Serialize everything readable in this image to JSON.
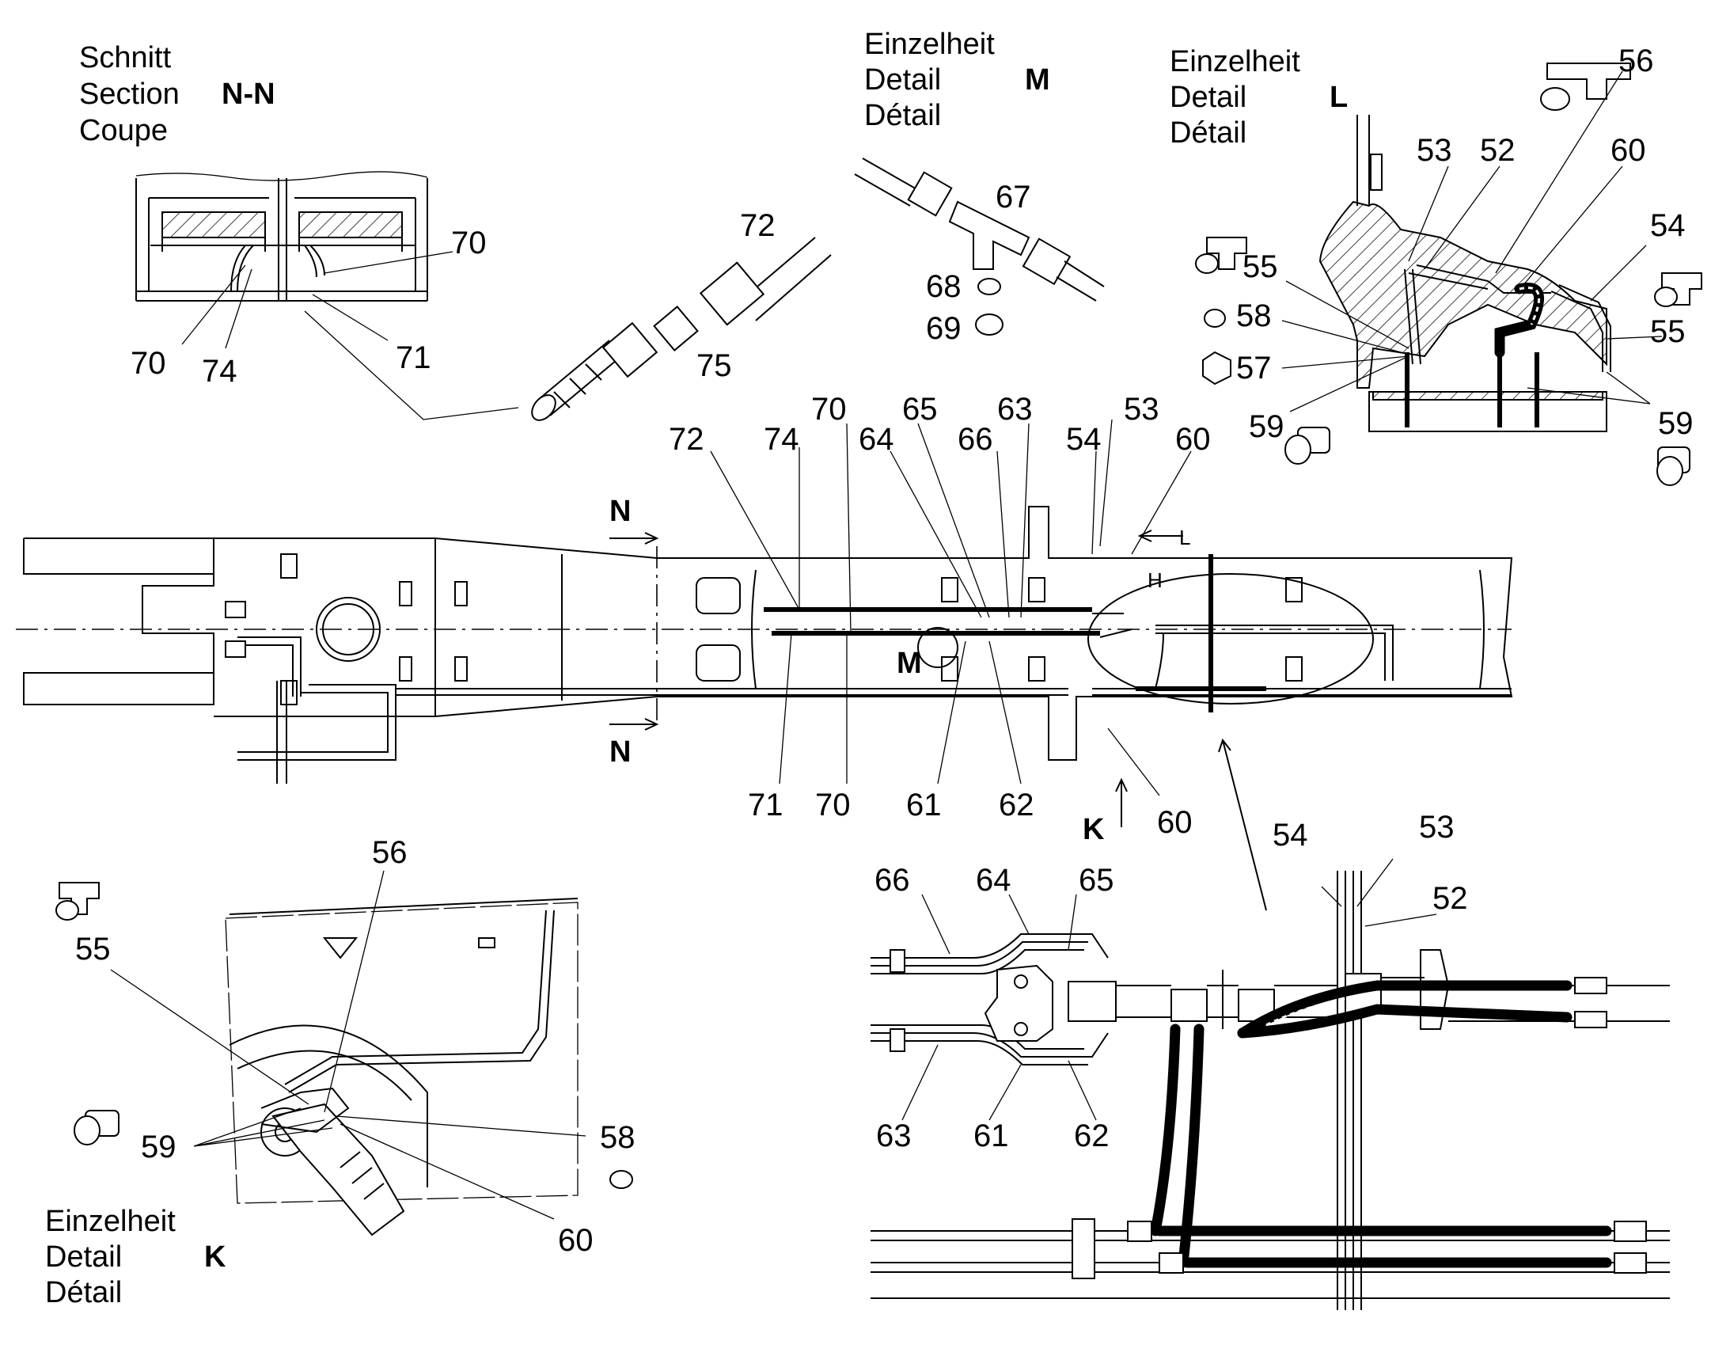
{
  "section_nn": {
    "line1": "Schnitt",
    "line2": "Section",
    "line3": "Coupe",
    "id": "N-N"
  },
  "detail_m": {
    "line1": "Einzelheit",
    "line2": "Detail",
    "line3": "Détail",
    "id": "M"
  },
  "detail_l": {
    "line1": "Einzelheit",
    "line2": "Detail",
    "line3": "Détail",
    "id": "L"
  },
  "detail_k": {
    "line1": "Einzelheit",
    "line2": "Detail",
    "line3": "Détail",
    "id": "K"
  },
  "view_markers": {
    "n_top": "N",
    "n_bottom": "N",
    "m": "M",
    "l": "L",
    "k": "K",
    "h": "H"
  },
  "labels": {
    "nn_70a": "70",
    "nn_70b": "70",
    "nn_74": "74",
    "nn_71": "71",
    "p72": "72",
    "p75": "75",
    "m67": "67",
    "m68": "68",
    "m69": "69",
    "l56": "56",
    "l53": "53",
    "l52": "52",
    "l60": "60",
    "l54": "54",
    "l55a": "55",
    "l55b": "55",
    "l58": "58",
    "l57": "57",
    "l59a": "59",
    "l59b": "59",
    "c72": "72",
    "c74": "74",
    "c70t": "70",
    "c65": "65",
    "c63t": "63",
    "c64": "64",
    "c66": "66",
    "c54": "54",
    "c53": "53",
    "c60t": "60",
    "c71": "71",
    "c70b": "70",
    "c61": "61",
    "c62": "62",
    "c60b": "60",
    "k56": "56",
    "k55": "55",
    "k59": "59",
    "k58": "58",
    "k60": "60",
    "h66": "66",
    "h64": "64",
    "h65": "65",
    "h54": "54",
    "h53": "53",
    "h52": "52",
    "h63": "63",
    "h61": "61",
    "h62": "62"
  }
}
